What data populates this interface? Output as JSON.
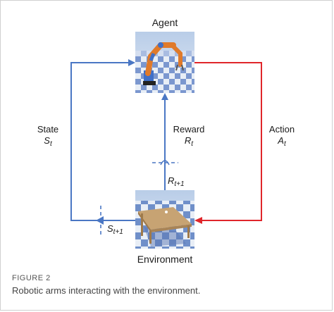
{
  "diagram": {
    "agent": {
      "title": "Agent"
    },
    "environment": {
      "title": "Environment"
    },
    "state": {
      "word": "State",
      "symbol": "S",
      "subscript": "t"
    },
    "reward": {
      "word": "Reward",
      "symbol": "R",
      "subscript": "t"
    },
    "reward_next": {
      "symbol": "R",
      "subscript": "t+1"
    },
    "action": {
      "word": "Action",
      "symbol": "A",
      "subscript": "t"
    },
    "state_next": {
      "symbol": "S",
      "subscript": "t+1"
    },
    "colors": {
      "state_reward_arrow": "#4a77c4",
      "action_arrow": "#e0262b",
      "tile_blue": "#6f8fc9",
      "tile_light": "#e8eef6"
    },
    "icons": {
      "agent_image": "robotic-arm-icon",
      "environment_image": "table-icon"
    }
  },
  "caption": {
    "label": "FIGURE 2",
    "text": "Robotic arms interacting with the environment."
  }
}
